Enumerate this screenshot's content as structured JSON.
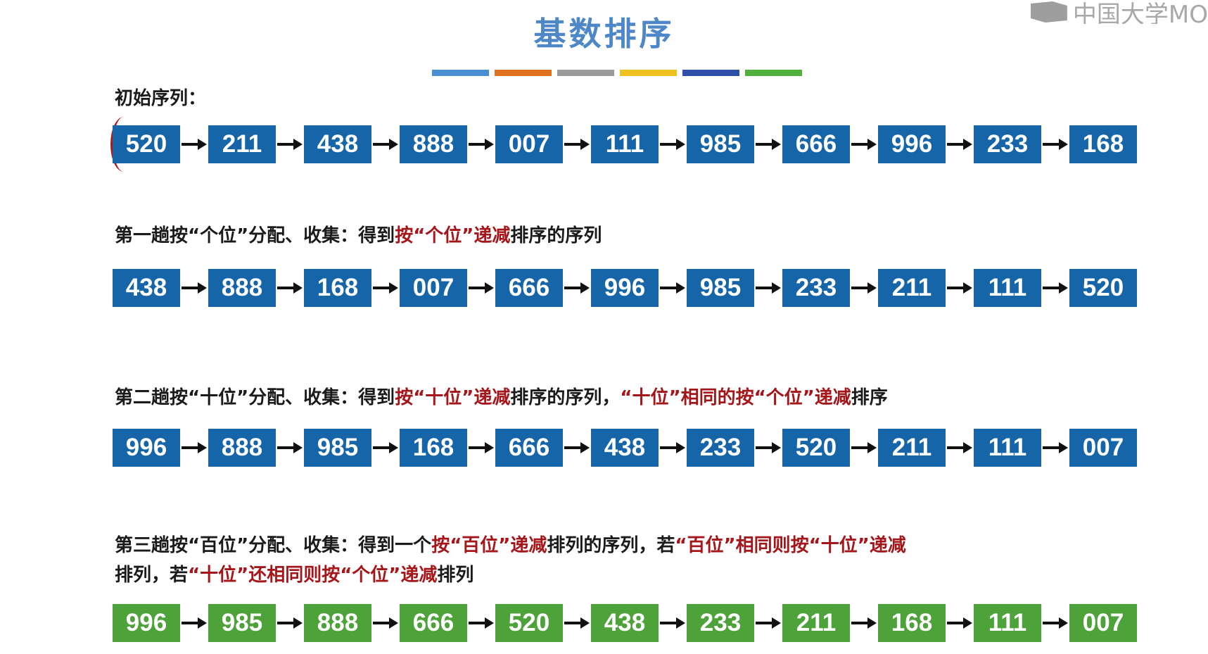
{
  "watermark": {
    "text": "中国大学MO"
  },
  "title": "基数排序",
  "color_bar": [
    "#4a8fd1",
    "#e0711f",
    "#9b9b9b",
    "#f0c020",
    "#2f4fa8",
    "#4fb03c"
  ],
  "initial": {
    "label": "初始序列：",
    "values": [
      "520",
      "211",
      "438",
      "888",
      "007",
      "111",
      "985",
      "666",
      "996",
      "233",
      "168"
    ]
  },
  "pass1": {
    "label_a": "第一趟按“个位”分配、收集：得到",
    "label_red": "按“个位”递减",
    "label_b": "排序的序列",
    "values": [
      "438",
      "888",
      "168",
      "007",
      "666",
      "996",
      "985",
      "233",
      "211",
      "111",
      "520"
    ]
  },
  "pass2": {
    "label_a": "第二趟按“十位”分配、收集：得到",
    "label_red1": "按“十位”递减",
    "label_b": "排序的序列，",
    "label_red2": "“十位”相同的按“个位”递减",
    "label_c": "排序",
    "values": [
      "996",
      "888",
      "985",
      "168",
      "666",
      "438",
      "233",
      "520",
      "211",
      "111",
      "007"
    ]
  },
  "pass3": {
    "line1_a": "第三趟按“百位”分配、收集：得到一个",
    "line1_red1": "按“百位”递减",
    "line1_b": "排列的序列，若",
    "line1_red2": "“百位”相同则按“十位”递减",
    "line2_a": "排列，若",
    "line2_red": "“十位”还相同则按“个位”递减",
    "line2_b": "排列",
    "values": [
      "996",
      "985",
      "888",
      "666",
      "520",
      "438",
      "233",
      "211",
      "168",
      "111",
      "007"
    ]
  }
}
